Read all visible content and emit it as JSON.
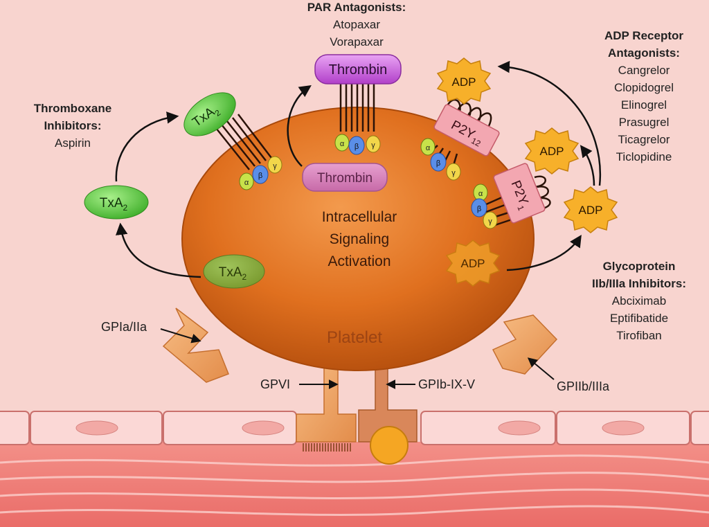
{
  "par_antagonists": {
    "heading": "PAR Antagonists:",
    "drugs": [
      "Atopaxar",
      "Vorapaxar"
    ]
  },
  "thromboxane_inhibitors": {
    "heading_line1": "Thromboxane",
    "heading_line2": "Inhibitors:",
    "drugs": [
      "Aspirin"
    ]
  },
  "adp_receptor_antagonists": {
    "heading_line1": "ADP Receptor",
    "heading_line2": "Antagonists:",
    "drugs": [
      "Cangrelor",
      "Clopidogrel",
      "Elinogrel",
      "Prasugrel",
      "Ticagrelor",
      "Ticlopidine"
    ]
  },
  "gp_inhibitors": {
    "heading_line1": "Glycoprotein",
    "heading_line2": "IIb/IIIa Inhibitors:",
    "drugs": [
      "Abciximab",
      "Eptifibatide",
      "Tirofiban"
    ]
  },
  "platelet": {
    "label": "Platelet",
    "center_line1": "Intracellular",
    "center_line2": "Signaling",
    "center_line3": "Activation"
  },
  "receptors": {
    "gpia": "GPIa/IIa",
    "gpvi": "GPVI",
    "gpib": "GPIb-IX-V",
    "gpiib": "GPIIb/IIIa",
    "p2y12": "P2Y",
    "p2y12_sub": "12",
    "p2y1": "P2Y",
    "p2y1_sub": "1"
  },
  "molecules": {
    "thrombin": "Thrombin",
    "txa": "TxA",
    "txa_sub": "2",
    "adp": "ADP"
  },
  "g_protein": {
    "alpha": "α",
    "beta": "β",
    "gamma": "γ"
  },
  "colors": {
    "platelet": "#e0701f",
    "thrombin": "#c94fd9",
    "txa2": "#5ccf3e",
    "adp": "#f5a320",
    "p2y": "#f2a0ab",
    "receptor": "#f0a76a",
    "vessel": "#f07f7a"
  }
}
